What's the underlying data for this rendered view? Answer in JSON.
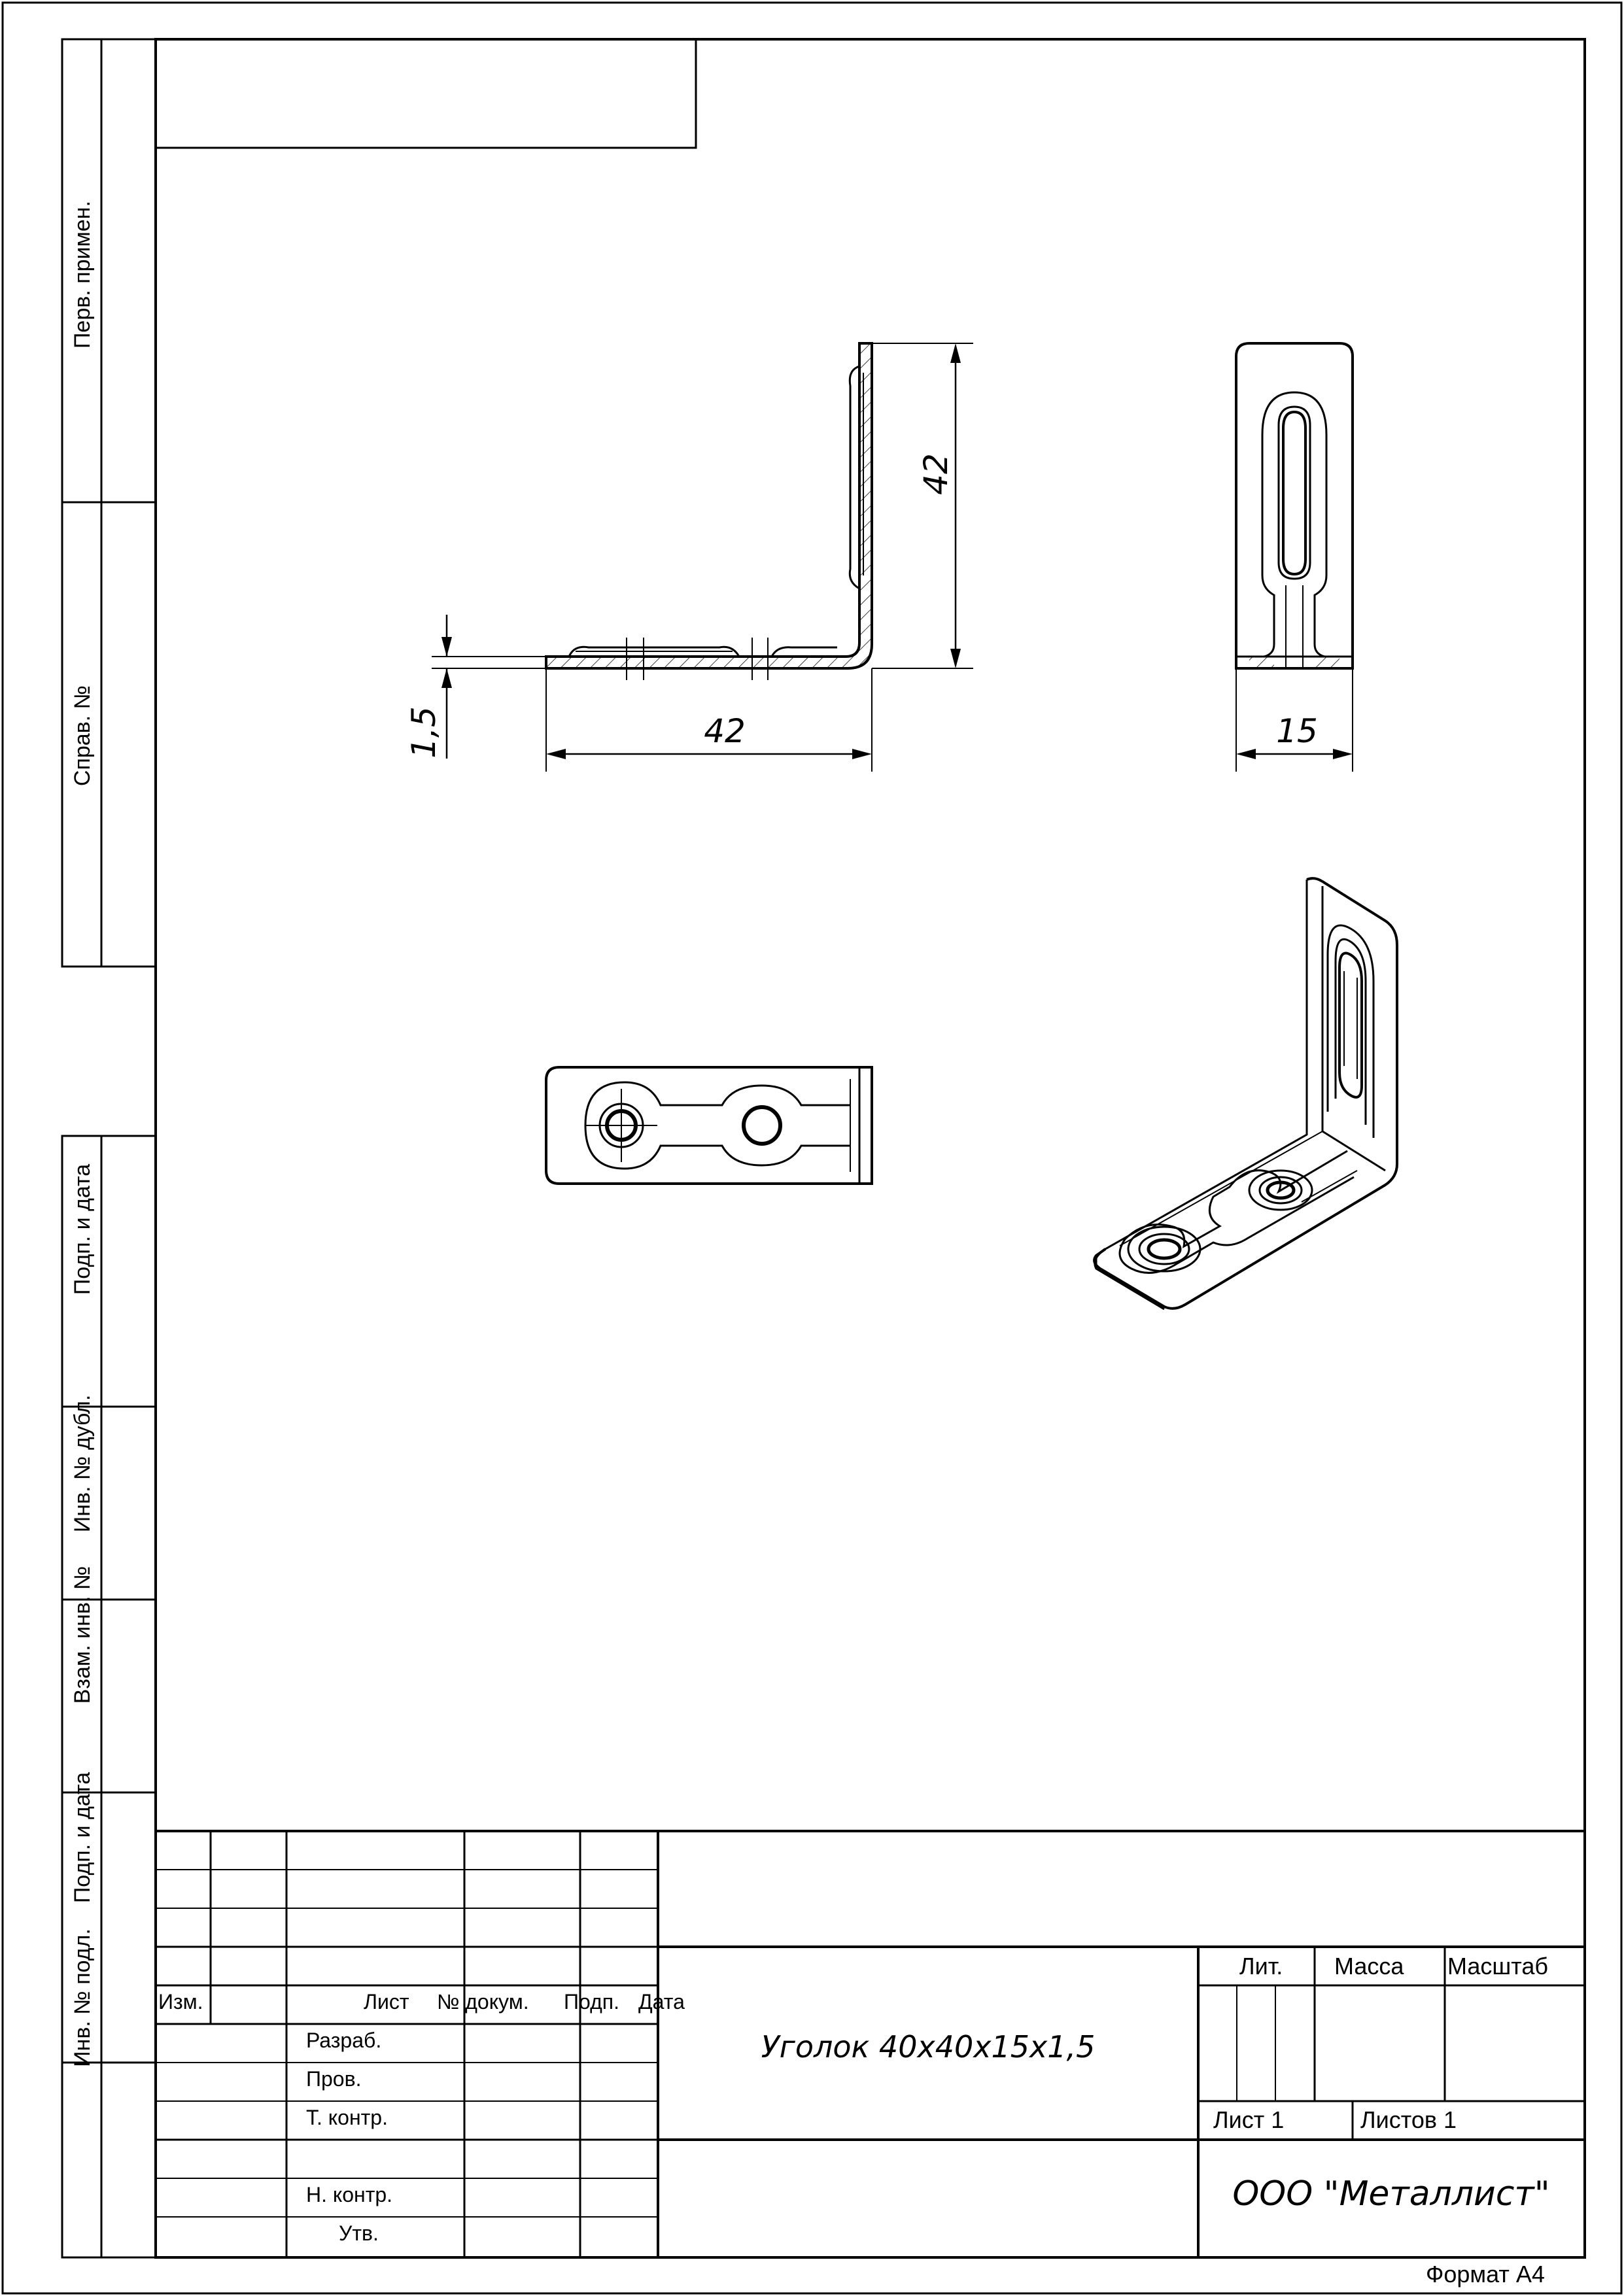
{
  "sidebar": {
    "perv_primen": "Перв. примен.",
    "sprav_no": "Справ. №",
    "podp_data_1": "Подп. и дата",
    "inv_no_dubl": "Инв. № дубл.",
    "vzam_inv_no": "Взам. инв. №",
    "podp_data_2": "Подп. и дата",
    "inv_no_podl": "Инв. № подл."
  },
  "dimensions": {
    "front_height": "42",
    "front_width": "42",
    "thickness": "1,5",
    "side_width": "15"
  },
  "title_block": {
    "headers": {
      "izm": "Изм.",
      "list": "Лист",
      "no_dokum": "№ докум.",
      "podp": "Подп.",
      "data": "Дата"
    },
    "roles": {
      "razrab": "Разраб.",
      "prov": "Пров.",
      "t_kontr": "Т. контр.",
      "n_kontr": "Н. контр.",
      "utv": "Утв."
    },
    "designation": "Уголок 40х40х15х1,5",
    "lit": "Лит.",
    "massa": "Масса",
    "masshtab": "Масштаб",
    "list_num": "Лист 1",
    "listov": "Листов 1",
    "organization": "ООО \"Металлист\""
  },
  "format": "Формат А4"
}
